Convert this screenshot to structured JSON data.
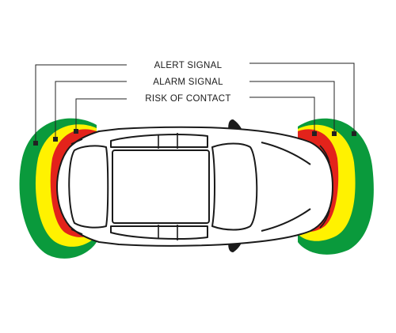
{
  "labels": {
    "alert": "ALERT SIGNAL",
    "alarm": "ALARM SIGNAL",
    "risk": "RISK OF CONTACT"
  },
  "colors": {
    "alert": "#0a9a3c",
    "alarm_outer": "#fff200",
    "alarm_inner": "#e3231b",
    "marker": "#222222",
    "car_outline": "#1a1a1a",
    "car_body": "#ffffff"
  },
  "icons": {
    "car": "car-top-view-icon"
  }
}
